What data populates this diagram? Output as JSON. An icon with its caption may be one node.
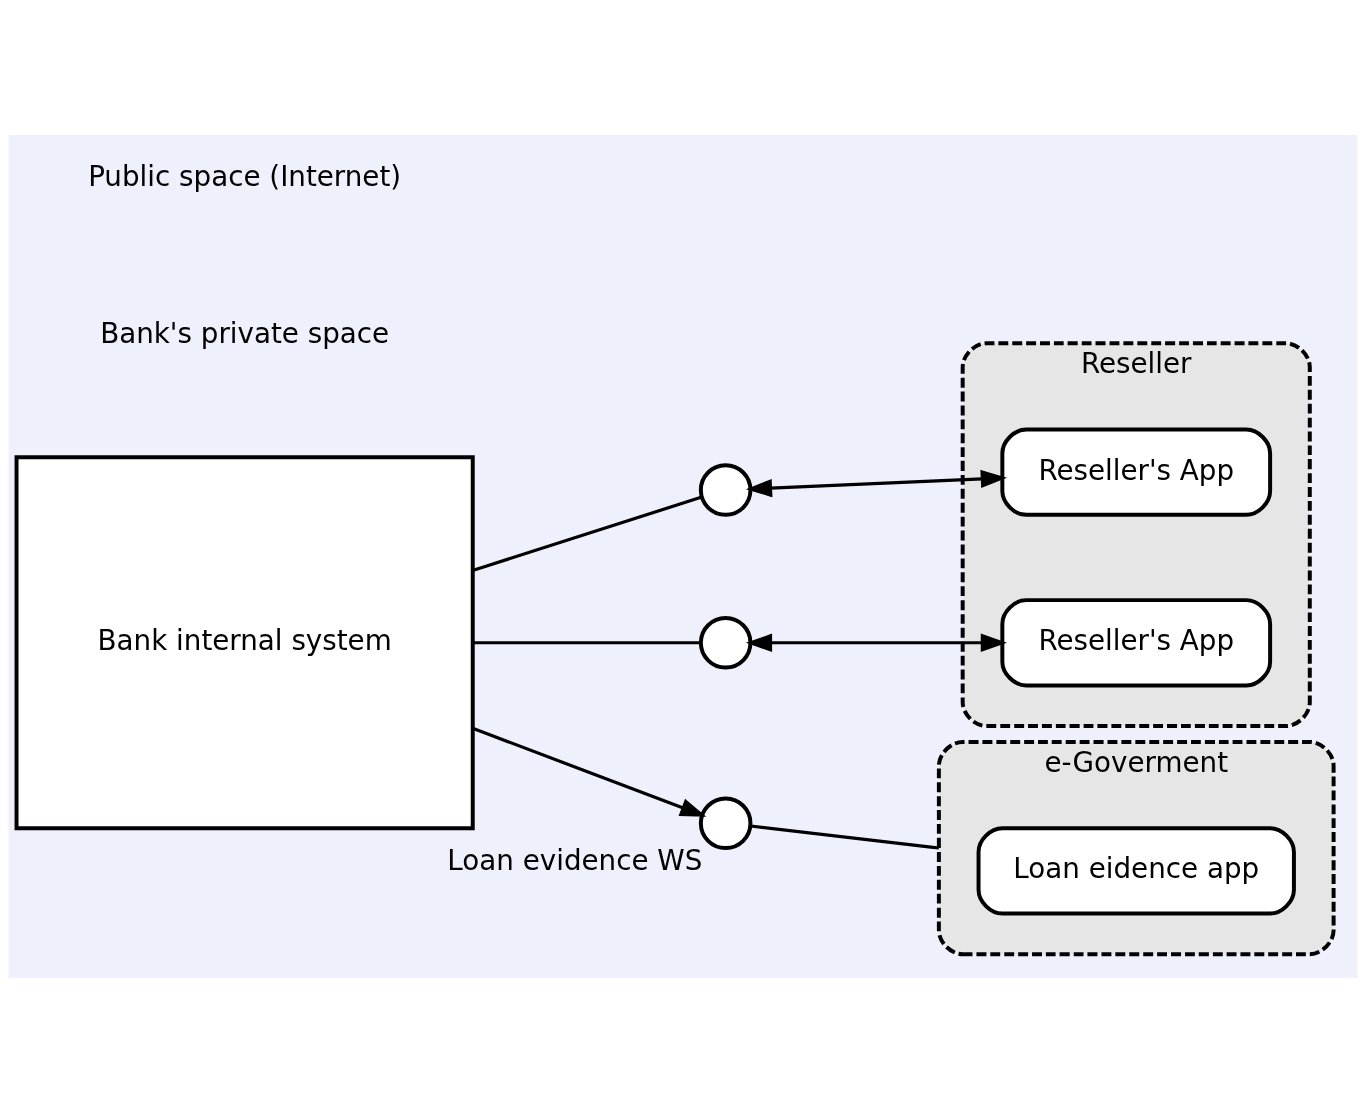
{
  "diagram": {
    "nodes": [
      {
        "text": [
          "Bank internal system"
        ]
      },
      {
        "text": [
          "Reseller"
        ]
      },
      {
        "text": [
          "Reseller's App"
        ],
        "in": 1
      },
      {
        "text": [
          "Reseller's App"
        ],
        "in": 1
      },
      {
        "text": [
          "e-Goverment"
        ]
      },
      {
        "text": [
          "Loan eidence app"
        ],
        "in": 4
      },
      {
        "text": [],
        "shape": "circle"
      },
      {
        "text": [],
        "shape": "circle"
      },
      {
        "text": [],
        "shape": "circle",
        "beside": [
          "Loan evidence WS"
        ]
      }
    ],
    "edges": [
      {
        "from": 0,
        "to": 6,
        "arrow": "none"
      },
      {
        "from": 6,
        "to": 2,
        "arrow": "both"
      },
      {
        "from": 0,
        "to": 7,
        "arrow": "none"
      },
      {
        "from": 7,
        "to": 3,
        "arrow": "both"
      },
      {
        "from": 0,
        "to": 8,
        "arrow": "to"
      },
      {
        "from": 8,
        "to": 4,
        "arrow": "none"
      }
    ],
    "labels": [
      "Bank's private space",
      "Public space (Internet)"
    ]
  }
}
